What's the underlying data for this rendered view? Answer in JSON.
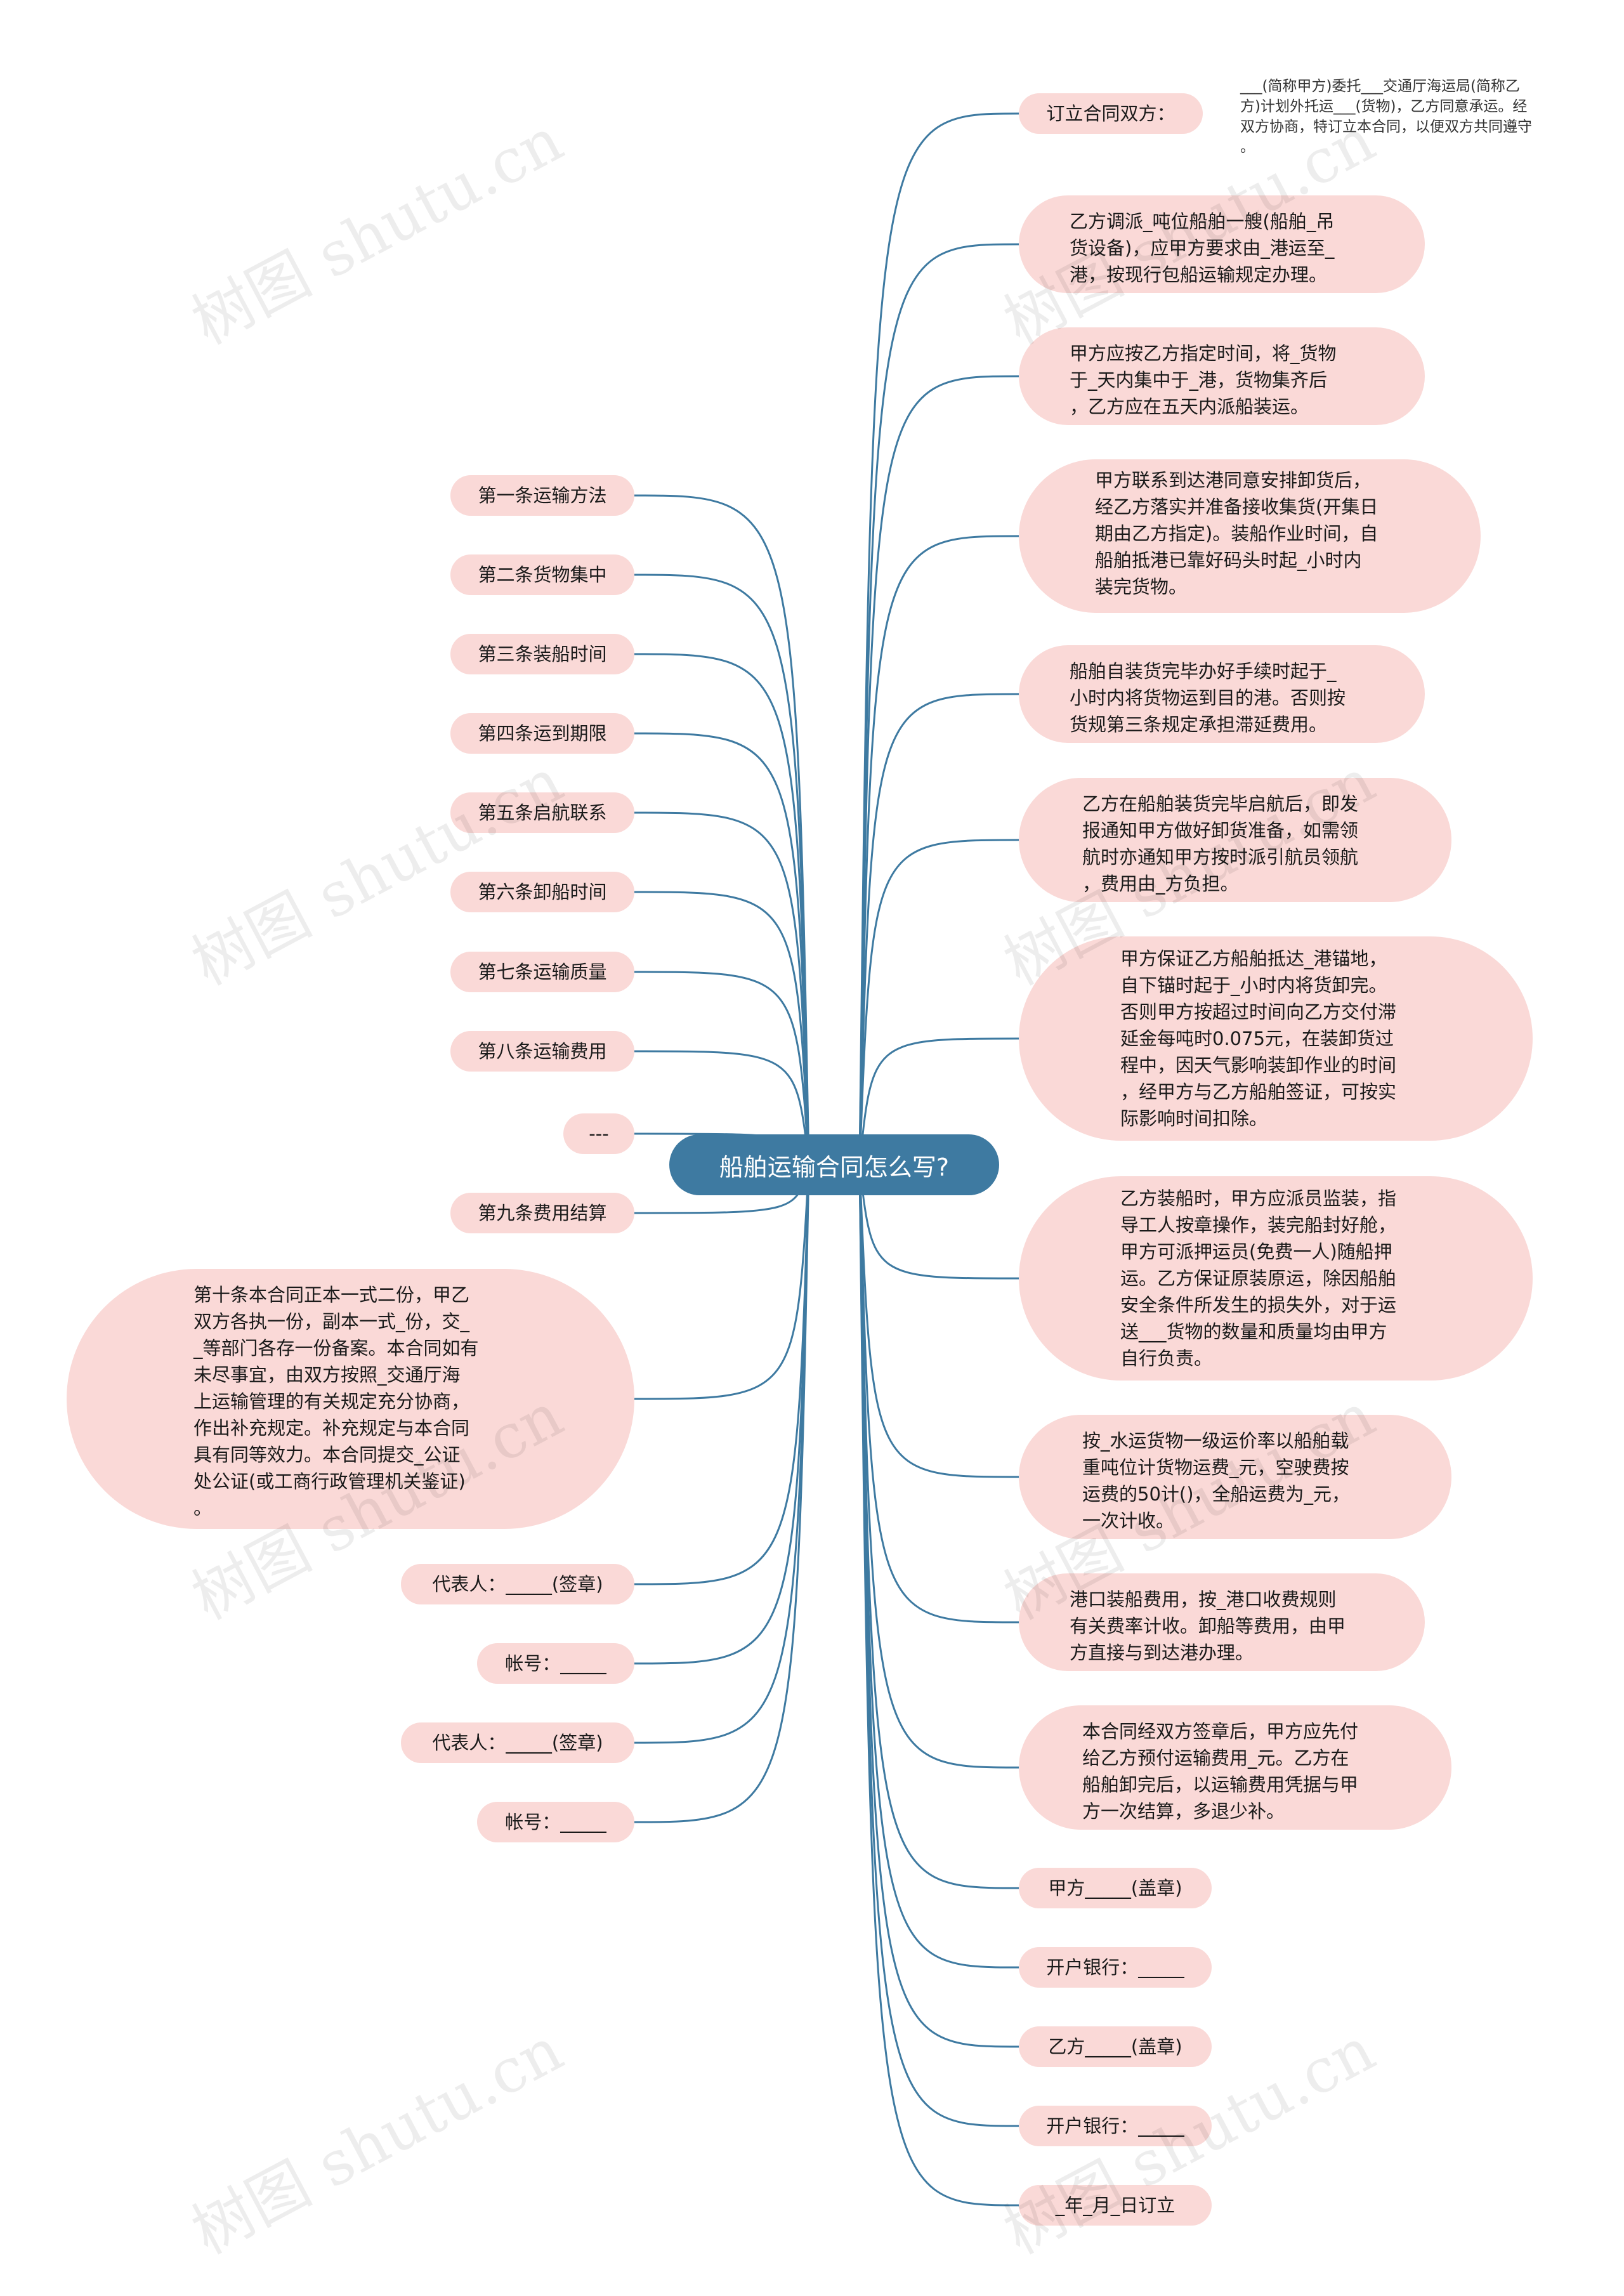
{
  "root": "船舶运输合同怎么写?",
  "left_nodes": [
    "第一条运输方法",
    "第二条货物集中",
    "第三条装船时间",
    "第四条运到期限",
    "第五条启航联系",
    "第六条卸船时间",
    "第七条运输质量",
    "第八条运输费用",
    "---",
    "第九条费用结算",
    "第十条本合同正本一式二份，甲乙\n双方各执一份，副本一式_份，交_\n_等部门各存一份备案。本合同如有\n未尽事宜，由双方按照_交通厅海\n上运输管理的有关规定充分协商，\n作出补充规定。补充规定与本合同\n具有同等效力。本合同提交_公证\n处公证(或工商行政管理机关鉴证)\n。",
    "代表人：_____(签章)",
    "帐号：_____",
    "代表人：_____(签章)",
    "帐号：_____"
  ],
  "right_nodes": [
    "订立合同双方：",
    "乙方调派_吨位船舶一艘(船舶_吊\n货设备)，应甲方要求由_港运至_\n港，按现行包船运输规定办理。",
    "甲方应按乙方指定时间，将_货物\n于_天内集中于_港，货物集齐后\n，乙方应在五天内派船装运。",
    "甲方联系到达港同意安排卸货后，\n经乙方落实并准备接收集货(开集日\n期由乙方指定)。装船作业时间，自\n船舶抵港已靠好码头时起_小时内\n装完货物。",
    "船舶自装货完毕办好手续时起于_\n小时内将货物运到目的港。否则按\n货规第三条规定承担滞延费用。",
    "乙方在船舶装货完毕启航后，即发\n报通知甲方做好卸货准备，如需领\n航时亦通知甲方按时派引航员领航\n，费用由_方负担。",
    "甲方保证乙方船舶抵达_港锚地，\n自下锚时起于_小时内将货卸完。\n否则甲方按超过时间向乙方交付滞\n延金每吨时0.075元，在装卸货过\n程中，因天气影响装卸作业的时间\n，经甲方与乙方船舶签证，可按实\n际影响时间扣除。",
    "乙方装船时，甲方应派员监装，指\n导工人按章操作，装完船封好舱，\n甲方可派押运员(免费一人)随船押\n运。乙方保证原装原运，除因船舶\n安全条件所发生的损失外，对于运\n送___货物的数量和质量均由甲方\n自行负责。",
    "按_水运货物一级运价率以船舶载\n重吨位计货物运费_元，空驶费按\n运费的50计()，全船运费为_元，\n一次计收。",
    "港口装船费用，按_港口收费规则\n有关费率计收。卸船等费用，由甲\n方直接与到达港办理。",
    "本合同经双方签章后，甲方应先付\n给乙方预付运输费用_元。乙方在\n船舶卸完后，以运输费用凭据与甲\n方一次结算，多退少补。",
    "甲方_____(盖章)",
    "开户银行：_____",
    "乙方_____(盖章)",
    "开户银行：_____",
    "_年_月_日订立"
  ],
  "note": "___(简称甲方)委托___交通厅海运局(简称乙\n方)计划外托运___(货物)，乙方同意承运。经\n双方协商，特订立本合同，以便双方共同遵守\n。",
  "watermark": "树图 shutu.cn",
  "colors": {
    "root": "#3e7aa1",
    "node": "#fad9d7",
    "link": "#3e7aa1"
  }
}
